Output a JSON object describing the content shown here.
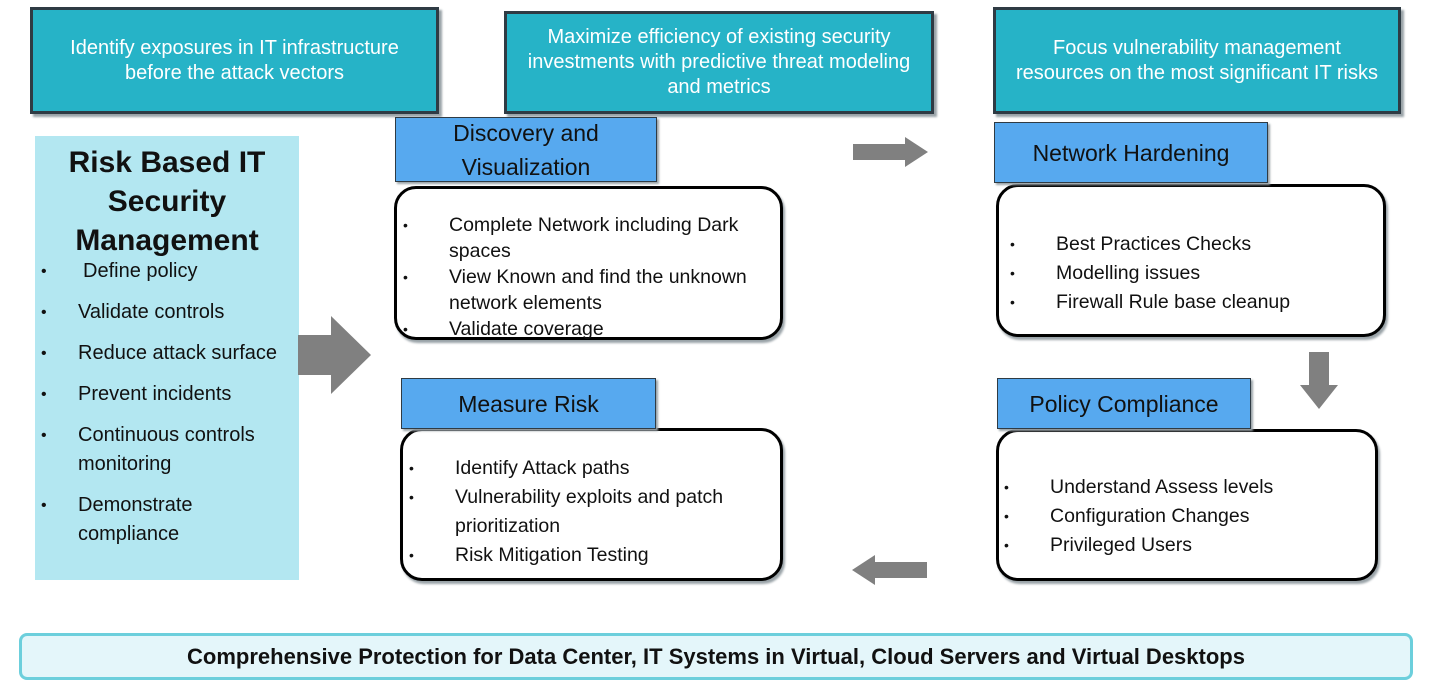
{
  "goals": [
    "Identify exposures in IT  infrastructure before the attack vectors",
    "Maximize efficiency of existing security investments with predictive threat modeling and metrics",
    "Focus vulnerability management resources on the most significant IT risks"
  ],
  "sidebar": {
    "title": "Risk Based IT Security Management",
    "items": [
      "Define policy",
      "Validate controls",
      "Reduce attack surface",
      "Prevent incidents",
      "Continuous controls monitoring",
      "Demonstrate compliance"
    ]
  },
  "stages": {
    "discovery": {
      "title": "Discovery and Visualization",
      "items": [
        "Complete Network including Dark spaces",
        "View Known and find the unknown network elements",
        "Validate coverage"
      ]
    },
    "hardening": {
      "title": "Network Hardening",
      "items": [
        "Best Practices Checks",
        "Modelling issues",
        "Firewall Rule base cleanup"
      ]
    },
    "compliance": {
      "title": "Policy Compliance",
      "items": [
        "Understand Assess levels",
        "Configuration Changes",
        "Privileged Users"
      ]
    },
    "risk": {
      "title": "Measure Risk",
      "items": [
        "Identify Attack paths",
        "Vulnerability exploits and patch prioritization",
        "Risk Mitigation Testing"
      ]
    }
  },
  "footer": "Comprehensive Protection for Data Center, IT Systems in Virtual, Cloud Servers and Virtual Desktops",
  "colors": {
    "goal_fill": "#26b3c7",
    "label_fill": "#57a9ef",
    "sidebar_fill": "#b3e7f1",
    "arrow": "#808080",
    "footer_border": "#6ccfdc"
  }
}
